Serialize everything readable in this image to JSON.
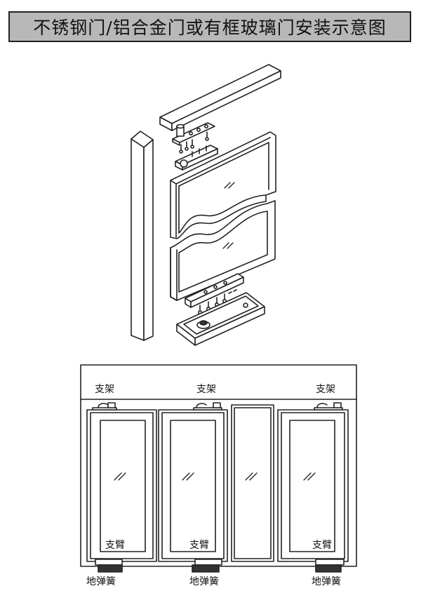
{
  "title": "不锈钢门/铝合金门或有框玻璃门安装示意图",
  "labels": {
    "bracket": "支架",
    "arm": "支臂",
    "floor_spring": "地弹簧"
  },
  "colors": {
    "title_bg": "#b8b8b8",
    "line": "#222222"
  }
}
